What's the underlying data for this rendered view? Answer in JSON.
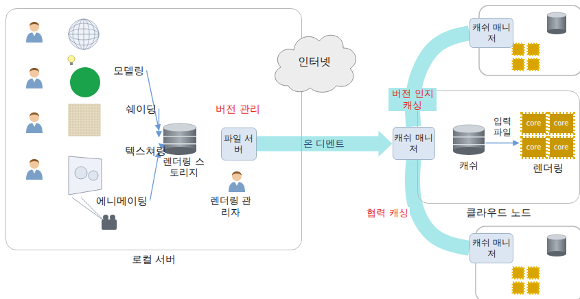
{
  "diagram": {
    "nodes": [
      {
        "text": [
          "로컬 서버"
        ]
      },
      {
        "text": [
          "모델링"
        ],
        "in": 0
      },
      {
        "text": [
          "쉐이딩"
        ],
        "in": 0
      },
      {
        "text": [
          "텍스쳐링"
        ],
        "in": 0
      },
      {
        "text": [
          "에니메이팅"
        ],
        "in": 0
      },
      {
        "text": [
          "렌더링 스토리지"
        ],
        "in": 0
      },
      {
        "text": [
          "파일 서버"
        ],
        "in": 0
      },
      {
        "text": [
          "인터넷"
        ]
      },
      {
        "text": [
          "캐쉬 매니저"
        ]
      },
      {
        "text": [
          "클라우드 노드"
        ]
      },
      {
        "text": [
          "캐쉬 매니저"
        ],
        "in": 9
      },
      {
        "text": [
          "캐쉬"
        ],
        "in": 9
      },
      {
        "text": [
          "core",
          "core",
          "core",
          "core",
          "렌더링"
        ],
        "in": 9
      },
      {
        "text": [
          "캐쉬 매니저"
        ]
      }
    ],
    "edges": [
      {
        "from": 1,
        "to": 5,
        "arrow": "to"
      },
      {
        "from": 2,
        "to": 5,
        "arrow": "to"
      },
      {
        "from": 3,
        "to": 5,
        "arrow": "to"
      },
      {
        "from": 4,
        "to": 5,
        "arrow": "to"
      },
      {
        "from": 6,
        "to": 10,
        "label": "온 디멘트",
        "arrow": "to"
      },
      {
        "from": 11,
        "to": 12,
        "label": "입력 파일",
        "arrow": "to"
      },
      {
        "from": 10,
        "to": 8,
        "label": "버전 인지 캐싱",
        "arrow": "none"
      },
      {
        "from": 10,
        "to": 13,
        "label": "협력 캐싱",
        "arrow": "none"
      }
    ],
    "labels": [
      "버전 관리",
      "렌더링 관리자"
    ]
  }
}
